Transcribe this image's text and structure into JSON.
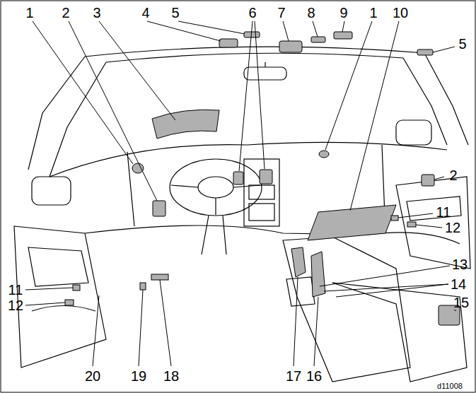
{
  "diagram": {
    "labels": [
      "1",
      "2",
      "3",
      "4",
      "5",
      "6",
      "7",
      "8",
      "9",
      "1",
      "10",
      "5",
      "2",
      "11",
      "12",
      "13",
      "14",
      "15",
      "11",
      "12",
      "20",
      "19",
      "18",
      "17",
      "16",
      "d11008"
    ]
  }
}
